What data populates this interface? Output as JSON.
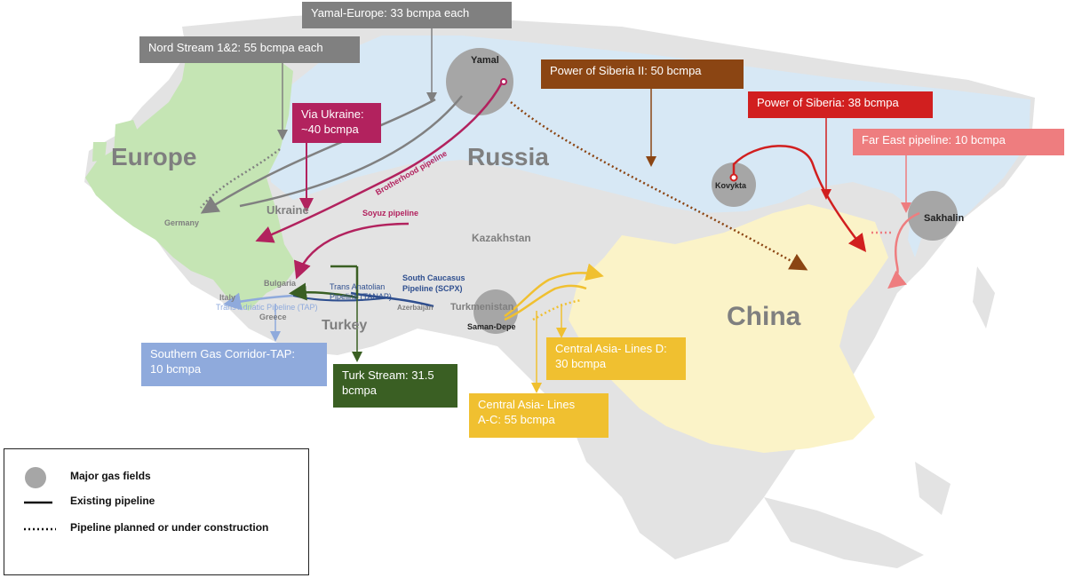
{
  "colors": {
    "sea": "#ffffff",
    "land": "#e3e3e3",
    "europe": "#c5e5b4",
    "russia": "#d7e8f5",
    "china": "#fbf3c8",
    "nord_stream": "#808080",
    "yamal_europe": "#808080",
    "via_ukraine": "#b2225e",
    "power_siberia_2": "#8b4513",
    "power_siberia": "#d11f1f",
    "far_east": "#ee7d7f",
    "southern_corridor": "#8faadc",
    "turk_stream": "#3a5f23",
    "central_asia": "#f0c030",
    "south_caucasus": "#2f4f8f"
  },
  "regions": {
    "europe": "Europe",
    "russia": "Russia",
    "china": "China",
    "kazakhstan": "Kazakhstan",
    "ukraine": "Ukraine",
    "turkey": "Turkey",
    "germany": "Germany",
    "bulgaria": "Bulgaria",
    "italy": "Italy",
    "greece": "Greece",
    "azerbaijan": "Azerbaijan",
    "turkmenistan": "Turkmenistan"
  },
  "fields": {
    "yamal": "Yamal",
    "kovykta": "Kovykta",
    "sakhalin": "Sakhalin",
    "saman_depe": "Saman-Depe"
  },
  "pipeline_labels": {
    "brotherhood": "Brotherhood pipeline",
    "soyuz": "Soyuz pipeline",
    "tanap_line1": "Trans Anatolian",
    "tanap_line2": "Pipeline (TANAP)",
    "scpx_line1": "South Caucasus",
    "scpx_line2": "Pipeline (SCPX)",
    "tap": "Trans Adriatic Pipeline (TAP)"
  },
  "callouts": {
    "nord_stream": "Nord Stream 1&2: 55 bcmpa each",
    "yamal_europe": "Yamal-Europe: 33 bcmpa each",
    "via_ukraine_line1": "Via Ukraine:",
    "via_ukraine_line2": "~40 bcmpa",
    "power_siberia_2": "Power of Siberia II: 50 bcmpa",
    "power_siberia": "Power of Siberia: 38 bcmpa",
    "far_east": "Far East pipeline: 10 bcmpa",
    "southern_corridor_line1": "Southern Gas Corridor-TAP:",
    "southern_corridor_line2": "10 bcmpa",
    "turk_stream_line1": "Turk Stream: 31.5",
    "turk_stream_line2": "bcmpa",
    "central_asia_d_line1": "Central Asia- Lines D:",
    "central_asia_d_line2": "30 bcmpa",
    "central_asia_ac_line1": "Central Asia- Lines",
    "central_asia_ac_line2": "A-C: 55 bcmpa"
  },
  "legend": {
    "fields": "Major gas fields",
    "existing": "Existing pipeline",
    "planned": "Pipeline planned or under construction"
  }
}
